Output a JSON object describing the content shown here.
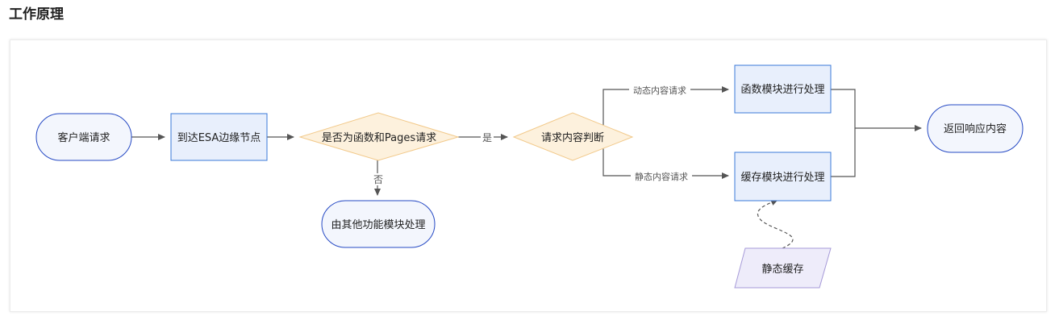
{
  "page": {
    "title": "工作原理"
  },
  "diagram": {
    "nodes": {
      "client_request": {
        "label": "客户端请求",
        "shape": "terminal"
      },
      "reach_edge": {
        "label": "到达ESA边缘节点",
        "shape": "process"
      },
      "is_function_pages": {
        "label": "是否为函数和Pages请求",
        "shape": "decision"
      },
      "other_module": {
        "label": "由其他功能模块处理",
        "shape": "terminal"
      },
      "request_judge": {
        "label": "请求内容判断",
        "shape": "decision"
      },
      "function_module": {
        "label": "函数模块进行处理",
        "shape": "process"
      },
      "cache_module": {
        "label": "缓存模块进行处理",
        "shape": "process"
      },
      "static_cache": {
        "label": "静态缓存",
        "shape": "data"
      },
      "return_response": {
        "label": "返回响应内容",
        "shape": "terminal"
      }
    },
    "edges": {
      "yes": {
        "label": "是"
      },
      "no": {
        "label": "否"
      },
      "dynamic": {
        "label": "动态内容请求"
      },
      "static": {
        "label": "静态内容请求"
      }
    },
    "colors": {
      "terminal_fill": "#f3f6fd",
      "terminal_stroke": "#2549c4",
      "process_fill": "#e8effc",
      "process_stroke": "#3a78d8",
      "decision_fill": "#fdf1dd",
      "decision_stroke": "#f2c98a",
      "data_fill": "#eeecfa",
      "data_stroke": "#a69ad8",
      "edge": "#555555"
    }
  }
}
